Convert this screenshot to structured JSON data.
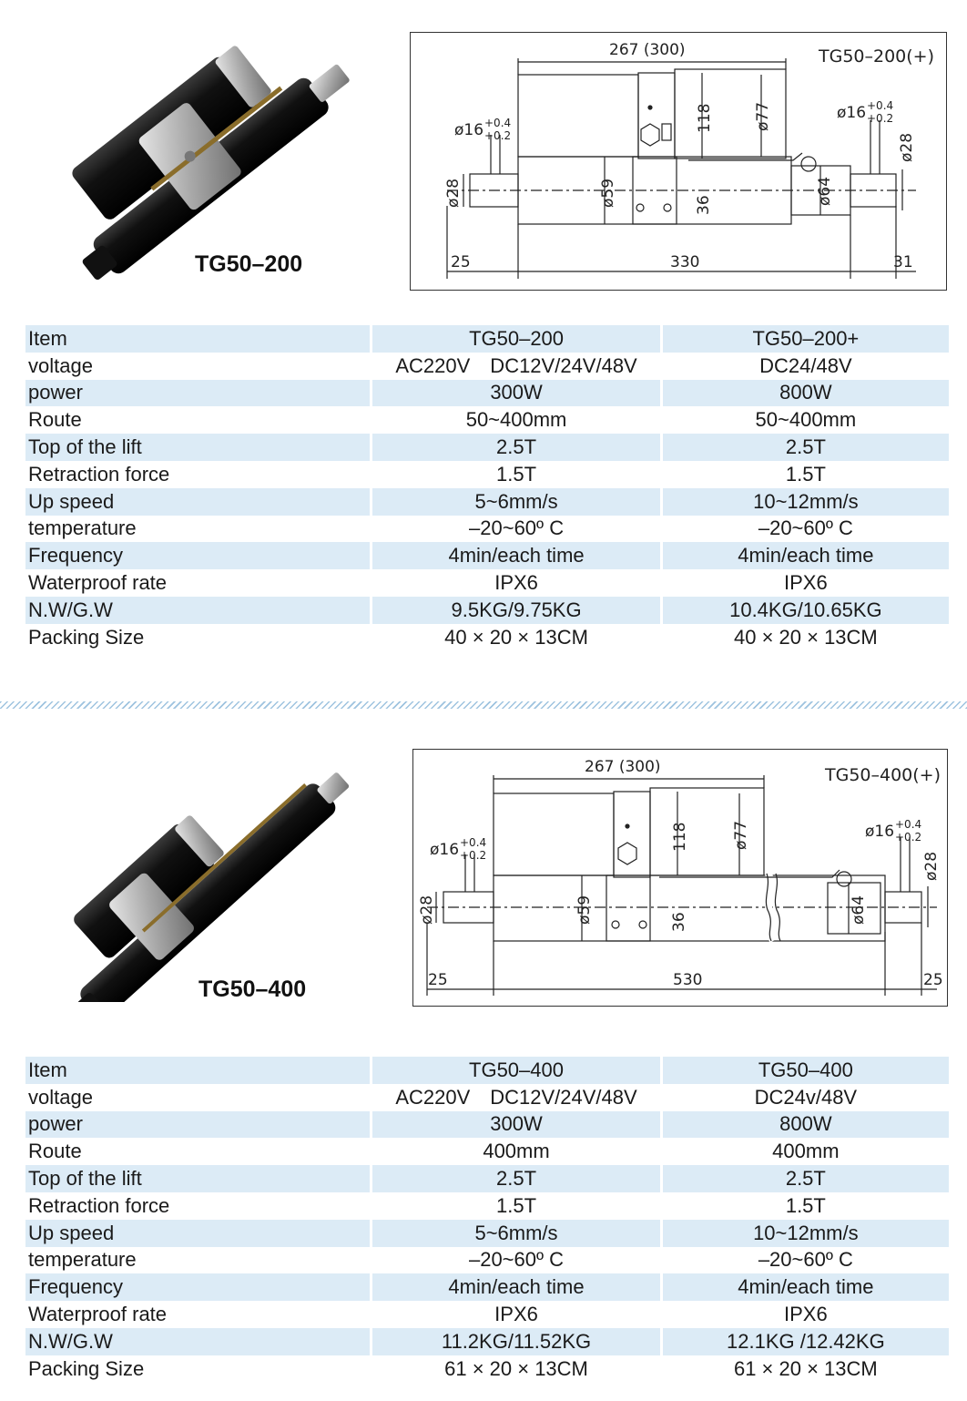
{
  "products": [
    {
      "caption": "TG50–200",
      "drawing": {
        "model_label": "TG50–200(+)",
        "top_length": "267 (300)",
        "bore_left": "ø16",
        "tol_left": [
          "+0.4",
          "+0.2"
        ],
        "bore_right": "ø16",
        "tol_right": [
          "+0.4",
          "+0.2"
        ],
        "dia_118": "118",
        "dia_77": "ø77",
        "dia_28_left": "ø28",
        "dia_59": "ø59",
        "dim_36": "36",
        "dia_64": "ø64",
        "dia_28_right": "ø28",
        "left_len": "25",
        "mid_len": "330",
        "right_len": "31"
      },
      "table": [
        [
          "Item",
          "TG50–200",
          "TG50–200+"
        ],
        [
          "voltage",
          "AC220V DC12V/24V/48V",
          "DC24/48V"
        ],
        [
          "power",
          "300W",
          "800W"
        ],
        [
          "Route",
          "50~400mm",
          "50~400mm"
        ],
        [
          "Top of the lift",
          "2.5T",
          "2.5T"
        ],
        [
          "Retraction force",
          "1.5T",
          "1.5T"
        ],
        [
          "Up speed",
          "5~6mm/s",
          "10~12mm/s"
        ],
        [
          "temperature",
          "–20~60º C",
          "–20~60º C"
        ],
        [
          "Frequency",
          "4min/each time",
          "4min/each time"
        ],
        [
          "Waterproof rate",
          "IPX6",
          "IPX6"
        ],
        [
          "N.W/G.W",
          "9.5KG/9.75KG",
          "10.4KG/10.65KG"
        ],
        [
          "Packing Size",
          "40 × 20 × 13CM",
          "40 × 20 × 13CM"
        ]
      ]
    },
    {
      "caption": "TG50–400",
      "drawing": {
        "model_label": "TG50–400(+)",
        "top_length": "267 (300)",
        "bore_left": "ø16",
        "tol_left": [
          "+0.4",
          "+0.2"
        ],
        "bore_right": "ø16",
        "tol_right": [
          "+0.4",
          "+0.2"
        ],
        "dia_118": "118",
        "dia_77": "ø77",
        "dia_28_left": "ø28",
        "dia_59": "ø59",
        "dim_36": "36",
        "dia_64": "ø64",
        "dia_28_right": "ø28",
        "left_len": "25",
        "mid_len": "530",
        "right_len": "25"
      },
      "table": [
        [
          "Item",
          "TG50–400",
          "TG50–400"
        ],
        [
          "voltage",
          "AC220V DC12V/24V/48V",
          "DC24v/48V"
        ],
        [
          "power",
          "300W",
          "800W"
        ],
        [
          "Route",
          "400mm",
          "400mm"
        ],
        [
          "Top of the lift",
          "2.5T",
          "2.5T"
        ],
        [
          "Retraction force",
          "1.5T",
          "1.5T"
        ],
        [
          "Up speed",
          "5~6mm/s",
          "10~12mm/s"
        ],
        [
          "temperature",
          "–20~60º C",
          "–20~60º C"
        ],
        [
          "Frequency",
          "4min/each time",
          "4min/each time"
        ],
        [
          "Waterproof rate",
          "IPX6",
          "IPX6"
        ],
        [
          "N.W/G.W",
          "11.2KG/11.52KG",
          "12.1KG /12.42KG"
        ],
        [
          "Packing Size",
          "61 × 20 × 13CM",
          "61 × 20 × 13CM"
        ]
      ]
    }
  ]
}
